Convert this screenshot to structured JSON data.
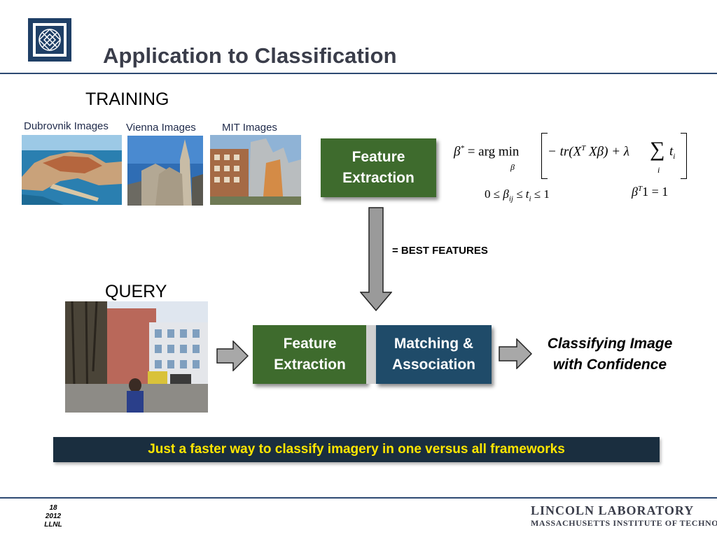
{
  "header": {
    "title": "Application to Classification"
  },
  "training": {
    "label": "TRAINING",
    "thumbnails": [
      {
        "caption": "Dubrovnik Images",
        "icon": "dubrovnik-photo"
      },
      {
        "caption": "Vienna Images",
        "icon": "vienna-photo"
      },
      {
        "caption": "MIT Images",
        "icon": "mit-photo"
      }
    ],
    "feature_box": {
      "line1": "Feature",
      "line2": "Extraction"
    },
    "best_features_label": "= BEST FEATURES"
  },
  "formula": {
    "beta": "β",
    "star": "*",
    "argmin": "= arg min",
    "sub_beta": "β",
    "body": "− tr(X",
    "T": "T",
    "rest": "Xβ) + λ",
    "sum": "∑",
    "t": "t",
    "i": "i",
    "constraint1_a": "0 ≤ ",
    "constraint1_ij": "ij",
    "constraint1_b": " ≤ t",
    "constraint1_c": " ≤ 1",
    "constraint2": "1 = 1"
  },
  "query": {
    "label": "QUERY",
    "photo_icon": "boston-street-photo",
    "feature_box": {
      "line1": "Feature",
      "line2": "Extraction"
    },
    "matching_box": {
      "line1": "Matching &",
      "line2": "Association"
    },
    "result": {
      "line1": "Classifying Image",
      "line2": "with Confidence"
    }
  },
  "banner": {
    "text": "Just a faster way to classify imagery in one versus all frameworks"
  },
  "footer": {
    "page": "18",
    "year": "2012",
    "org": "LLNL",
    "lab": "LINCOLN LABORATORY",
    "institute": "MASSACHUSETTS INSTITUTE OF TECHNOLOGY"
  },
  "colors": {
    "accent_navy": "#2d4a72",
    "feature_green": "#3e6b2d",
    "matching_blue": "#1f4b69",
    "banner_bg": "#1a2e3f",
    "banner_text": "#ffe600"
  }
}
